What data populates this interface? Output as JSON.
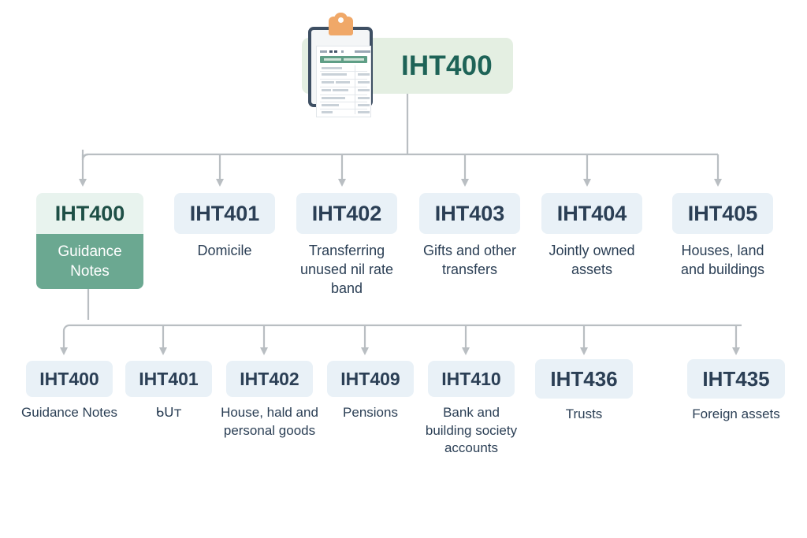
{
  "diagram": {
    "title": "IHT400",
    "icon": "clipboard-icon",
    "banner_color": "#e4efe2",
    "title_color": "#1e6357",
    "chip_color": "#e9f1f7",
    "chip_text_color": "#2b3f55",
    "highlight_color": "#6ba891",
    "connector_color": "#b9bec2"
  },
  "level1": [
    {
      "code": "IHT400",
      "caption": "Guidance\nNotes",
      "caption_line1": "Guidance",
      "caption_line2": "Notes",
      "highlighted": true
    },
    {
      "code": "IHT401",
      "caption": "Domicile",
      "highlighted": false
    },
    {
      "code": "IHT402",
      "caption": "Transferring unused nil rate band",
      "highlighted": false
    },
    {
      "code": "IHT403",
      "caption": "Gifts and other transfers",
      "highlighted": false
    },
    {
      "code": "IHT404",
      "caption": "Jointly owned assets",
      "highlighted": false
    },
    {
      "code": "IHT405",
      "caption": "Houses, land and buildings",
      "highlighted": false
    }
  ],
  "level2": [
    {
      "code": "IHT400",
      "caption": "Guidance Notes"
    },
    {
      "code": "IHT401",
      "caption": "ᑲᑌᴛ"
    },
    {
      "code": "IHT402",
      "caption": "House, hald and personal goods"
    },
    {
      "code": "IHT409",
      "caption": "Pensions"
    },
    {
      "code": "IHT410",
      "caption": "Bank and building society accounts"
    },
    {
      "code": "IHT436",
      "caption": "Trusts"
    },
    {
      "code": "IHT435",
      "caption": "Foreign assets"
    }
  ]
}
